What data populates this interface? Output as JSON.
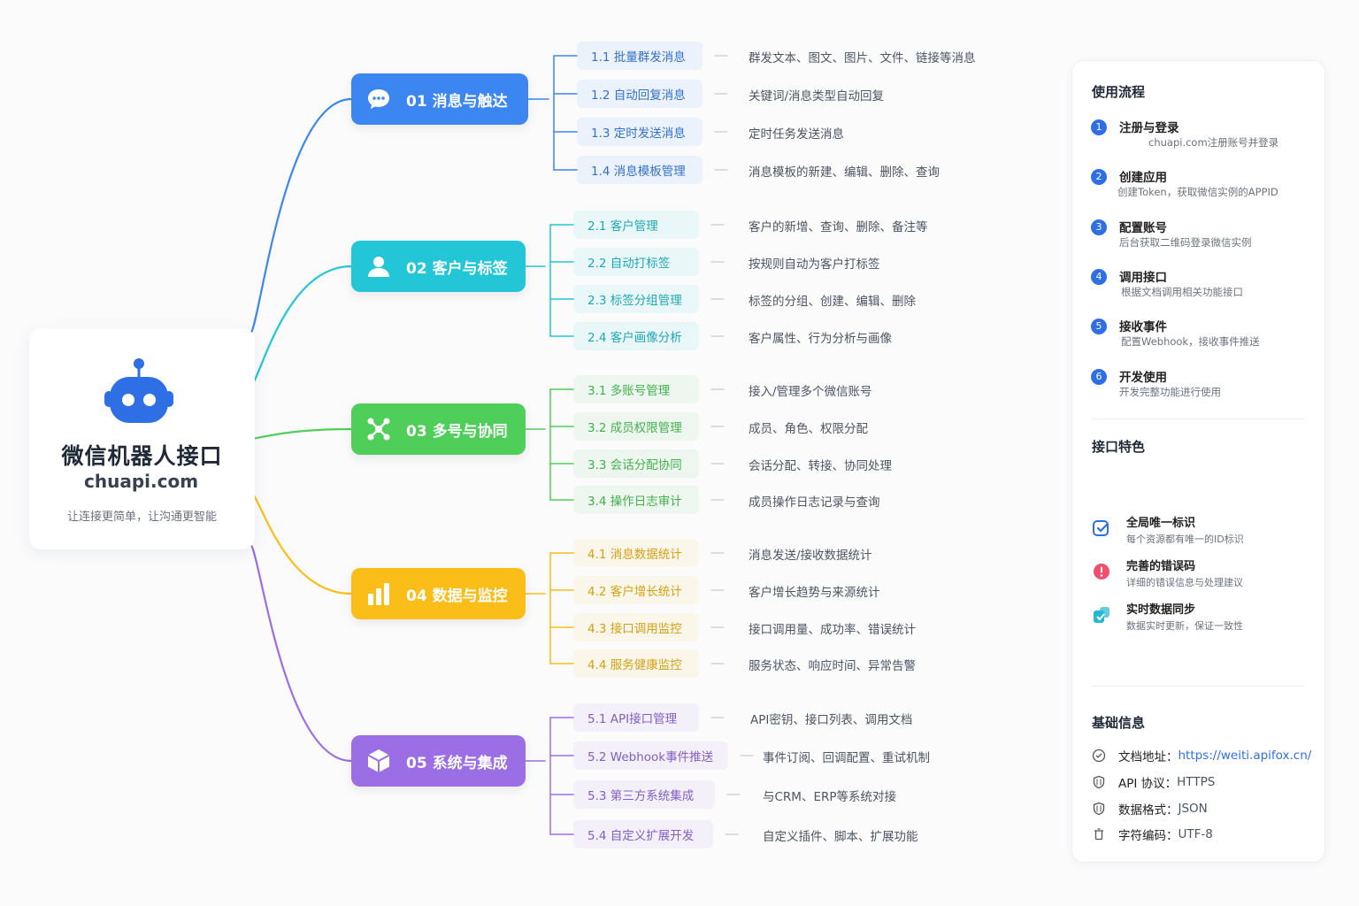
{
  "root": {
    "title": "微信机器人接口",
    "domain": "chuapi.com",
    "tagline": "让连接更简单，让沟通更智能"
  },
  "categories": [
    {
      "label": "01 消息与触达",
      "color": "#3b86f0",
      "icon": "chat-bubble-icon",
      "items": [
        {
          "label": "1.1 批量群发消息",
          "desc": "群发文本、图文、图片、文件、链接等消息"
        },
        {
          "label": "1.2 自动回复消息",
          "desc": "关键词/消息类型自动回复"
        },
        {
          "label": "1.3 定时发送消息",
          "desc": "定时任务发送消息"
        },
        {
          "label": "1.4 消息模板管理",
          "desc": "消息模板的新建、编辑、删除、查询"
        }
      ]
    },
    {
      "label": "02 客户与标签",
      "color": "#23c6d6",
      "icon": "user-icon",
      "items": [
        {
          "label": "2.1 客户管理",
          "desc": "客户的新增、查询、删除、备注等"
        },
        {
          "label": "2.2 自动打标签",
          "desc": "按规则自动为客户打标签"
        },
        {
          "label": "2.3 标签分组管理",
          "desc": "标签的分组、创建、编辑、删除"
        },
        {
          "label": "2.4 客户画像分析",
          "desc": "客户属性、行为分析与画像"
        }
      ]
    },
    {
      "label": "03 多号与协同",
      "color": "#4fcf5a",
      "icon": "network-icon",
      "items": [
        {
          "label": "3.1 多账号管理",
          "desc": "接入/管理多个微信账号"
        },
        {
          "label": "3.2 成员权限管理",
          "desc": "成员、角色、权限分配"
        },
        {
          "label": "3.3 会话分配协同",
          "desc": "会话分配、转接、协同处理"
        },
        {
          "label": "3.4 操作日志审计",
          "desc": "成员操作日志记录与查询"
        }
      ]
    },
    {
      "label": "04 数据与监控",
      "color": "#fbbd18",
      "icon": "bar-chart-icon",
      "items": [
        {
          "label": "4.1 消息数据统计",
          "desc": "消息发送/接收数据统计"
        },
        {
          "label": "4.2 客户增长统计",
          "desc": "客户增长趋势与来源统计"
        },
        {
          "label": "4.3 接口调用监控",
          "desc": "接口调用量、成功率、错误统计"
        },
        {
          "label": "4.4 服务健康监控",
          "desc": "服务状态、响应时间、异常告警"
        }
      ]
    },
    {
      "label": "05 系统与集成",
      "color": "#9b6ee6",
      "icon": "cube-icon",
      "items": [
        {
          "label": "5.1 API接口管理",
          "desc": "API密钥、接口列表、调用文档"
        },
        {
          "label": "5.2 Webhook事件推送",
          "desc": "事件订阅、回调配置、重试机制"
        },
        {
          "label": "5.3 第三方系统集成",
          "desc": "与CRM、ERP等系统对接"
        },
        {
          "label": "5.4 自定义扩展开发",
          "desc": "自定义插件、脚本、扩展功能"
        }
      ]
    }
  ],
  "panel": {
    "workflow": {
      "title": "使用流程",
      "steps": [
        {
          "num": "1",
          "title": "注册与登录",
          "desc": "chuapi.com注册账号并登录"
        },
        {
          "num": "2",
          "title": "创建应用",
          "desc": "创建Token，获取微信实例的APPID"
        },
        {
          "num": "3",
          "title": "配置账号",
          "desc": "后台获取二维码登录微信实例"
        },
        {
          "num": "4",
          "title": "调用接口",
          "desc": "根据文档调用相关功能接口"
        },
        {
          "num": "5",
          "title": "接收事件",
          "desc": "配置Webhook，接收事件推送"
        },
        {
          "num": "6",
          "title": "开发使用",
          "desc": "开发完整功能进行使用"
        }
      ]
    },
    "features": {
      "title": "接口特色",
      "items": [
        {
          "title": "全局唯一标识",
          "desc": "每个资源都有唯一的ID标识",
          "icon": "check-shield-icon",
          "color": "#2f6fe6"
        },
        {
          "title": "完善的错误码",
          "desc": "详细的错误信息与处理建议",
          "icon": "alert-icon",
          "color": "#f0506e"
        },
        {
          "title": "实时数据同步",
          "desc": "数据实时更新，保证一致性",
          "icon": "sync-icon",
          "color": "#22b8cf"
        }
      ]
    },
    "basic": {
      "title": "基础信息",
      "rows": [
        {
          "label": "文档地址：",
          "value": "https://weiti.apifox.cn/",
          "icon": "doc-icon",
          "is_link": true
        },
        {
          "label": "API 协议：",
          "value": "HTTPS",
          "icon": "shield-icon",
          "is_link": false
        },
        {
          "label": "数据格式：",
          "value": "JSON",
          "icon": "format-icon",
          "is_link": false
        },
        {
          "label": "字符编码：",
          "value": "UTF-8",
          "icon": "encoding-icon",
          "is_link": false
        }
      ]
    }
  }
}
